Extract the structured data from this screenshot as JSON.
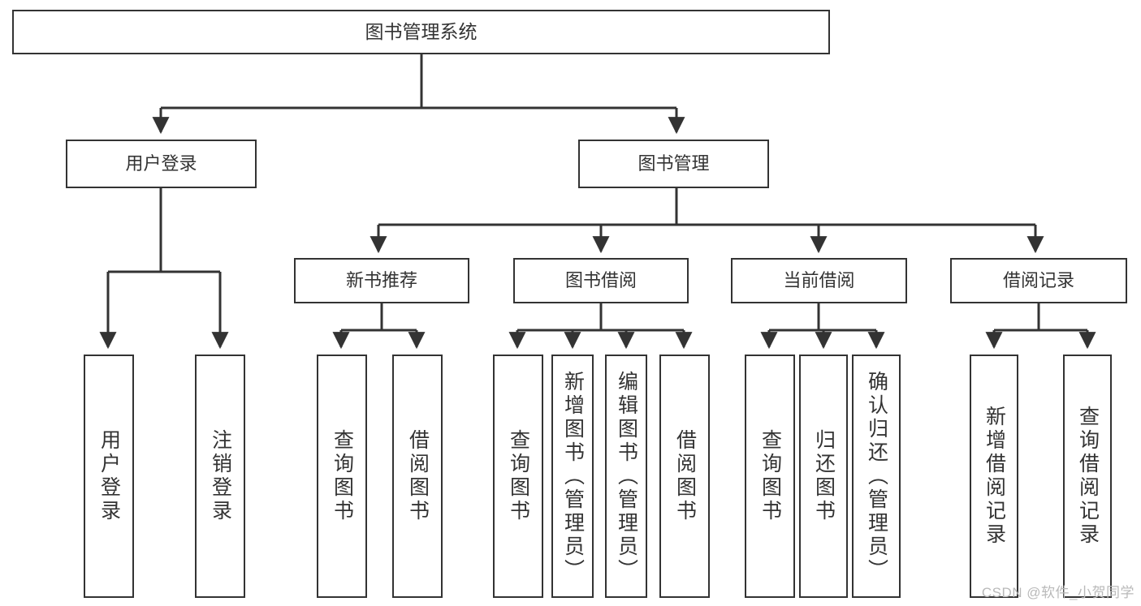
{
  "diagram": {
    "title": "图书管理系统",
    "type": "tree",
    "watermark": "CSDN @软件_小贺同学",
    "colors": {
      "stroke": "#333333",
      "fill": "#ffffff",
      "text": "#333333",
      "watermark": "#b9b9b9"
    },
    "levels": {
      "root": {
        "label": "图书管理系统"
      },
      "level2": [
        {
          "label": "用户登录"
        },
        {
          "label": "图书管理"
        }
      ],
      "level3": [
        {
          "label": "新书推荐"
        },
        {
          "label": "图书借阅"
        },
        {
          "label": "当前借阅"
        },
        {
          "label": "借阅记录"
        }
      ],
      "leaves": [
        {
          "label": "用户登录",
          "parent": "用户登录"
        },
        {
          "label": "注销登录",
          "parent": "用户登录"
        },
        {
          "label": "查询图书",
          "parent": "新书推荐"
        },
        {
          "label": "借阅图书",
          "parent": "新书推荐"
        },
        {
          "label": "查询图书",
          "parent": "图书借阅"
        },
        {
          "label": "新增图书（管理员）",
          "parent": "图书借阅"
        },
        {
          "label": "编辑图书（管理员）",
          "parent": "图书借阅"
        },
        {
          "label": "借阅图书",
          "parent": "图书借阅"
        },
        {
          "label": "查询图书",
          "parent": "当前借阅"
        },
        {
          "label": "归还图书",
          "parent": "当前借阅"
        },
        {
          "label": "确认归还（管理员）",
          "parent": "当前借阅"
        },
        {
          "label": "新增借阅记录",
          "parent": "借阅记录"
        },
        {
          "label": "查询借阅记录",
          "parent": "借阅记录"
        }
      ]
    }
  }
}
